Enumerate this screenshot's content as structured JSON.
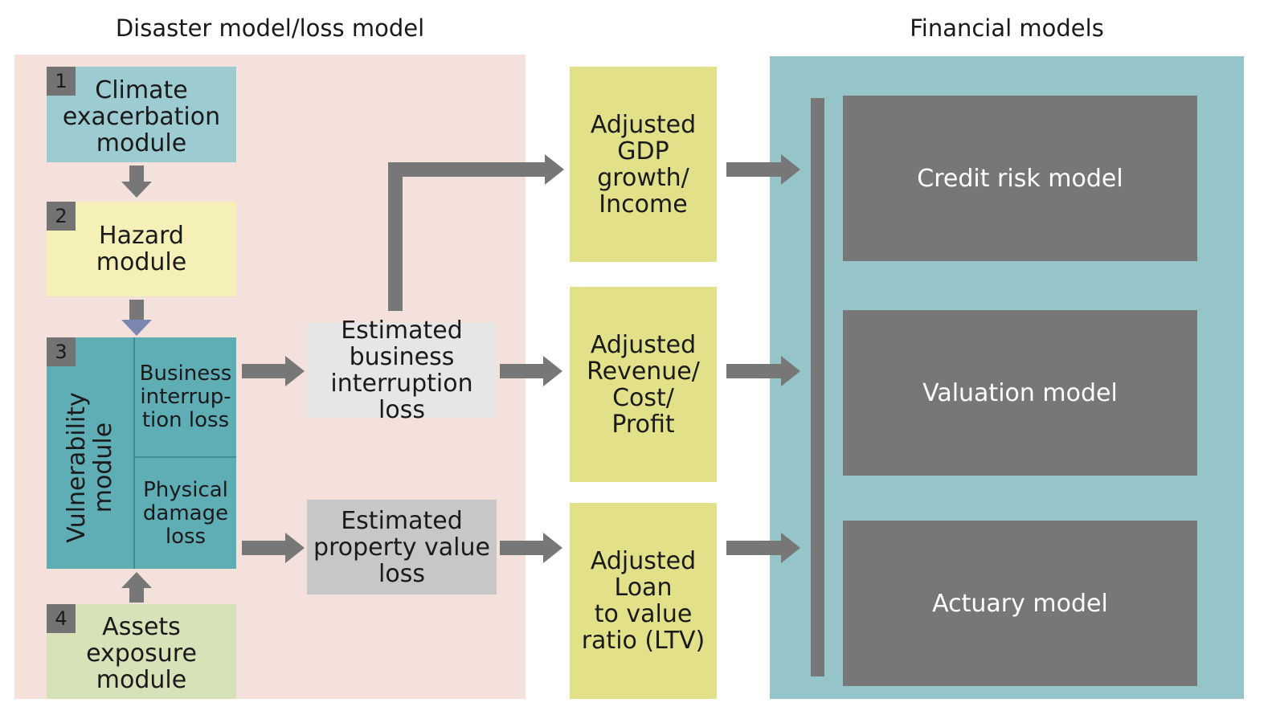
{
  "sections": {
    "disaster_title": "Disaster model/loss model",
    "financial_title": "Financial models"
  },
  "modules": [
    {
      "number": "1",
      "label": "Climate\nexacerbation\nmodule"
    },
    {
      "number": "2",
      "label": "Hazard\nmodule"
    },
    {
      "number": "3",
      "label": "Vulnerability\nmodule"
    },
    {
      "number": "4",
      "label": "Assets\nexposure\nmodule"
    }
  ],
  "vulnerability_sub": {
    "business": "Business\ninterrup-\ntion loss",
    "physical": "Physical\ndamage\nloss"
  },
  "estimates": {
    "business": "Estimated\nbusiness\ninterruption loss",
    "property": "Estimated\nproperty value\nloss"
  },
  "adjusted": {
    "gdp": "Adjusted\nGDP\ngrowth/\nIncome",
    "revenue": "Adjusted\nRevenue/\nCost/\nProfit",
    "ltv": "Adjusted\nLoan\nto value\nratio (LTV)"
  },
  "financial_models": {
    "credit": "Credit risk model",
    "valuation": "Valuation model",
    "actuary": "Actuary model"
  },
  "colors": {
    "disaster_bg": "#f5e1dc",
    "climate": "#9ccbd1",
    "hazard": "#f5f0b8",
    "vulnerability": "#5fadb5",
    "assets": "#d8e2b9",
    "est_business": "#e6e6e6",
    "est_property": "#c7c7c7",
    "adjusted": "#e3e08a",
    "financial_bg": "#95c4c9",
    "model_box": "#777777",
    "arrow": "#777777",
    "hazard_arrow_tip": "#7b86b1"
  }
}
